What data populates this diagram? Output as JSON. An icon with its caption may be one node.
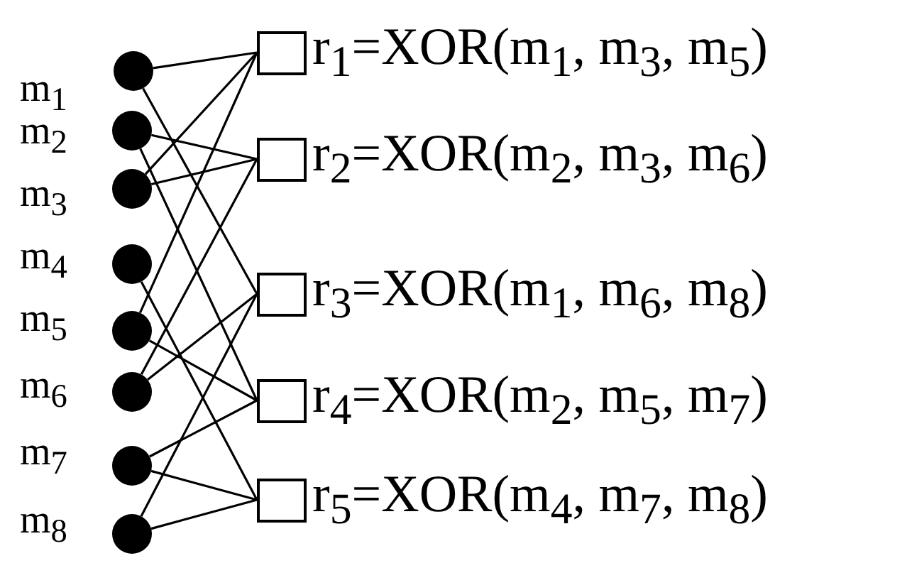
{
  "diagram": {
    "nodes": [
      {
        "text": [],
        "shape": "circle",
        "beside": [
          "m$_{1}$"
        ]
      },
      {
        "text": [],
        "shape": "circle",
        "beside": [
          "m$_{2}$"
        ]
      },
      {
        "text": [],
        "shape": "circle",
        "beside": [
          "m$_{3}$"
        ]
      },
      {
        "text": [],
        "shape": "circle",
        "beside": [
          "m$_{4}$"
        ]
      },
      {
        "text": [],
        "shape": "circle",
        "beside": [
          "m$_{5}$"
        ]
      },
      {
        "text": [],
        "shape": "circle",
        "beside": [
          "m$_{6}$"
        ]
      },
      {
        "text": [],
        "shape": "circle",
        "beside": [
          "m$_{7}$"
        ]
      },
      {
        "text": [],
        "shape": "circle",
        "beside": [
          "m$_{8}$"
        ]
      },
      {
        "text": [],
        "shape": "box",
        "beside": [
          "r$_{1}$=XOR(m$_{1}$, m$_{3}$, m$_{5}$)"
        ]
      },
      {
        "text": [],
        "shape": "box",
        "beside": [
          "r$_{2}$=XOR(m$_{2}$, m$_{3}$, m$_{6}$)"
        ]
      },
      {
        "text": [],
        "shape": "box",
        "beside": [
          "r$_{3}$=XOR(m$_{1}$, m$_{6}$, m$_{8}$)"
        ]
      },
      {
        "text": [],
        "shape": "box",
        "beside": [
          "r$_{4}$=XOR(m$_{2}$, m$_{5}$, m$_{7}$)"
        ]
      },
      {
        "text": [],
        "shape": "box",
        "beside": [
          "r$_{5}$=XOR(m$_{4}$, m$_{7}$, m$_{8}$)"
        ]
      }
    ],
    "edges": [
      {
        "from": 0,
        "to": 8,
        "arrow": "none"
      },
      {
        "from": 2,
        "to": 8,
        "arrow": "none"
      },
      {
        "from": 4,
        "to": 8,
        "arrow": "none"
      },
      {
        "from": 1,
        "to": 9,
        "arrow": "none"
      },
      {
        "from": 2,
        "to": 9,
        "arrow": "none"
      },
      {
        "from": 5,
        "to": 9,
        "arrow": "none"
      },
      {
        "from": 0,
        "to": 10,
        "arrow": "none"
      },
      {
        "from": 5,
        "to": 10,
        "arrow": "none"
      },
      {
        "from": 7,
        "to": 10,
        "arrow": "none"
      },
      {
        "from": 1,
        "to": 11,
        "arrow": "none"
      },
      {
        "from": 4,
        "to": 11,
        "arrow": "none"
      },
      {
        "from": 6,
        "to": 11,
        "arrow": "none"
      },
      {
        "from": 3,
        "to": 12,
        "arrow": "none"
      },
      {
        "from": 6,
        "to": 12,
        "arrow": "none"
      },
      {
        "from": 7,
        "to": 12,
        "arrow": "none"
      }
    ]
  }
}
